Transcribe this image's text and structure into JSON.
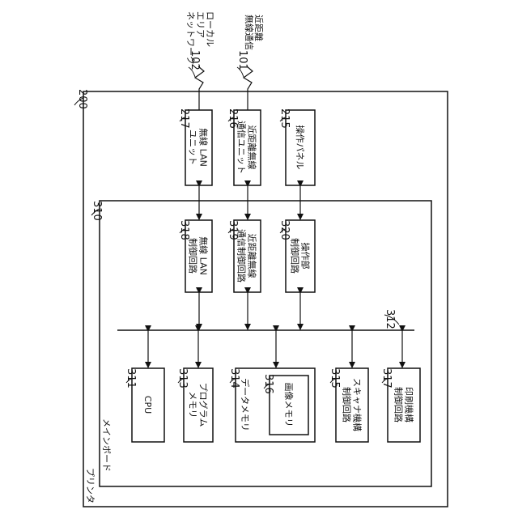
{
  "printer": {
    "ref": "200",
    "label": "プリンタ"
  },
  "mainboard": {
    "ref": "310",
    "label": "メインボード"
  },
  "bus": {
    "ref": "312"
  },
  "networks": {
    "lan": {
      "ref": "102",
      "label": "ローカル\nエリア\nネットワーク"
    },
    "near": {
      "ref": "101",
      "label": "近距離\n無線通信"
    }
  },
  "units": {
    "lan_unit": {
      "ref": "217",
      "label": "無線 LAN\nユニット"
    },
    "near_unit": {
      "ref": "216",
      "label": "近距離無線\n通信ユニット"
    },
    "panel": {
      "ref": "215",
      "label": "操作パネル"
    }
  },
  "controllers": {
    "lan_ctrl": {
      "ref": "318",
      "label": "無線 LAN\n制御回路"
    },
    "near_ctrl": {
      "ref": "319",
      "label": "近距離無線\n通信制御回路"
    },
    "op_ctrl": {
      "ref": "320",
      "label": "操作部\n制御回路"
    }
  },
  "modules": {
    "cpu": {
      "ref": "311",
      "label": "CPU"
    },
    "prog_mem": {
      "ref": "313",
      "label": "プログラム\nメモリ"
    },
    "data_mem": {
      "ref": "314",
      "label": "データメモリ"
    },
    "image_mem": {
      "ref": "316",
      "label": "画像メモリ"
    },
    "scanner": {
      "ref": "315",
      "label": "スキャナ機構\n制御回路"
    },
    "print": {
      "ref": "317",
      "label": "印刷機構\n制御回路"
    }
  }
}
